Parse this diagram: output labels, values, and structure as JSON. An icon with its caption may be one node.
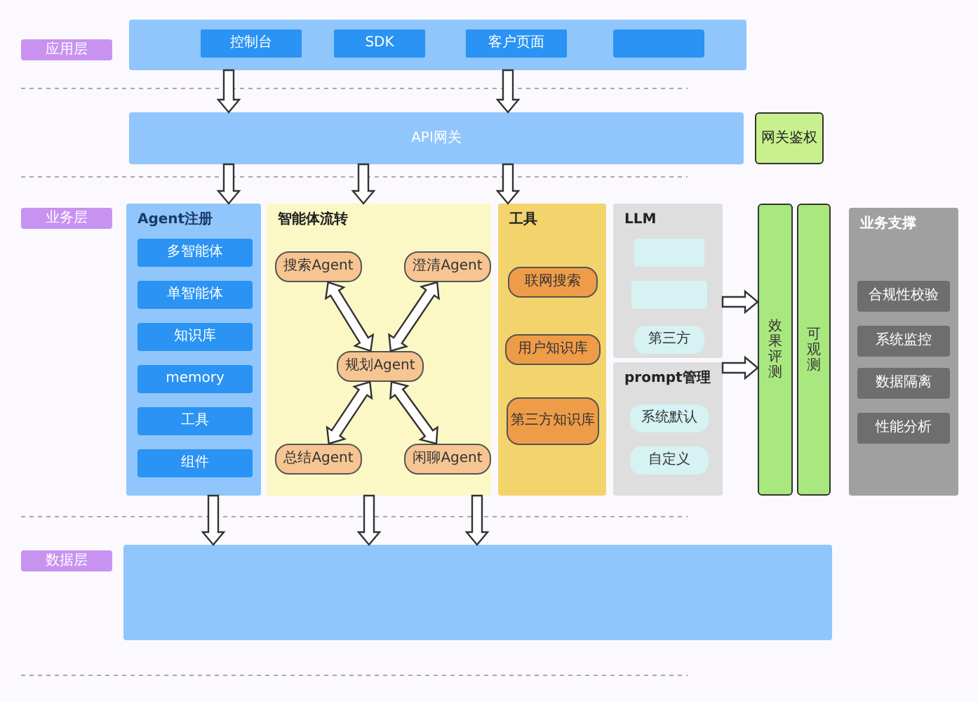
{
  "diagram": {
    "nodes": [
      {
        "text": [
          "应用层"
        ]
      },
      {
        "text": [],
        "shape": "box"
      },
      {
        "text": [
          "控制台"
        ],
        "in": 1
      },
      {
        "text": [
          "SDK"
        ],
        "in": 1
      },
      {
        "text": [
          "客户页面"
        ],
        "in": 1
      },
      {
        "text": [],
        "shape": "box",
        "in": 1
      },
      {
        "text": [
          "API网关"
        ]
      },
      {
        "text": [
          "网关鉴权"
        ]
      },
      {
        "text": [
          "业务层"
        ]
      },
      {
        "text": [
          "Agent注册"
        ]
      },
      {
        "text": [
          "多智能体"
        ],
        "in": 9
      },
      {
        "text": [
          "单智能体"
        ],
        "in": 9
      },
      {
        "text": [
          "知识库"
        ],
        "in": 9
      },
      {
        "text": [
          "memory"
        ],
        "in": 9
      },
      {
        "text": [
          "工具"
        ],
        "in": 9
      },
      {
        "text": [
          "组件"
        ],
        "in": 9
      },
      {
        "text": [
          "智能体流转"
        ]
      },
      {
        "text": [
          "搜索Agent"
        ],
        "in": 16
      },
      {
        "text": [
          "澄清Agent"
        ],
        "in": 16
      },
      {
        "text": [
          "规划Agent"
        ],
        "in": 16
      },
      {
        "text": [
          "总结Agent"
        ],
        "in": 16
      },
      {
        "text": [
          "闲聊Agent"
        ],
        "in": 16
      },
      {
        "text": [
          "工具"
        ]
      },
      {
        "text": [
          "联网搜索"
        ],
        "in": 22
      },
      {
        "text": [
          "用户知识库"
        ],
        "in": 22
      },
      {
        "text": [
          "第三方知识库"
        ],
        "in": 22
      },
      {
        "text": [
          "LLM"
        ]
      },
      {
        "text": [],
        "shape": "box",
        "in": 26
      },
      {
        "text": [],
        "shape": "box",
        "in": 26
      },
      {
        "text": [
          "第三方"
        ],
        "in": 26
      },
      {
        "text": [
          "prompt管理"
        ]
      },
      {
        "text": [
          "系统默认"
        ],
        "in": 30
      },
      {
        "text": [
          "自定义"
        ],
        "in": 30
      },
      {
        "text": [
          "效果评测"
        ]
      },
      {
        "text": [
          "可观测"
        ]
      },
      {
        "text": [
          "业务支撑"
        ]
      },
      {
        "text": [
          "合规性校验"
        ],
        "in": 35
      },
      {
        "text": [
          "系统监控"
        ],
        "in": 35
      },
      {
        "text": [
          "数据隔离"
        ],
        "in": 35
      },
      {
        "text": [
          "性能分析"
        ],
        "in": 35
      },
      {
        "text": [
          "数据层"
        ]
      },
      {
        "text": [],
        "shape": "box"
      }
    ],
    "edges": [
      {
        "from": 1,
        "to": 6,
        "arrow": "to"
      },
      {
        "from": 1,
        "to": 6,
        "arrow": "to"
      },
      {
        "from": 6,
        "to": 9,
        "arrow": "to"
      },
      {
        "from": 6,
        "to": 16,
        "arrow": "to"
      },
      {
        "from": 6,
        "to": 22,
        "arrow": "to"
      },
      {
        "from": 17,
        "to": 19,
        "arrow": "both"
      },
      {
        "from": 18,
        "to": 19,
        "arrow": "both"
      },
      {
        "from": 20,
        "to": 19,
        "arrow": "both"
      },
      {
        "from": 21,
        "to": 19,
        "arrow": "both"
      },
      {
        "from": 26,
        "to": 33,
        "arrow": "to"
      },
      {
        "from": 30,
        "to": 33,
        "arrow": "to"
      },
      {
        "from": 9,
        "to": 41,
        "arrow": "to"
      },
      {
        "from": 16,
        "to": 41,
        "arrow": "to"
      },
      {
        "from": 16,
        "to": 41,
        "arrow": "to"
      }
    ]
  }
}
